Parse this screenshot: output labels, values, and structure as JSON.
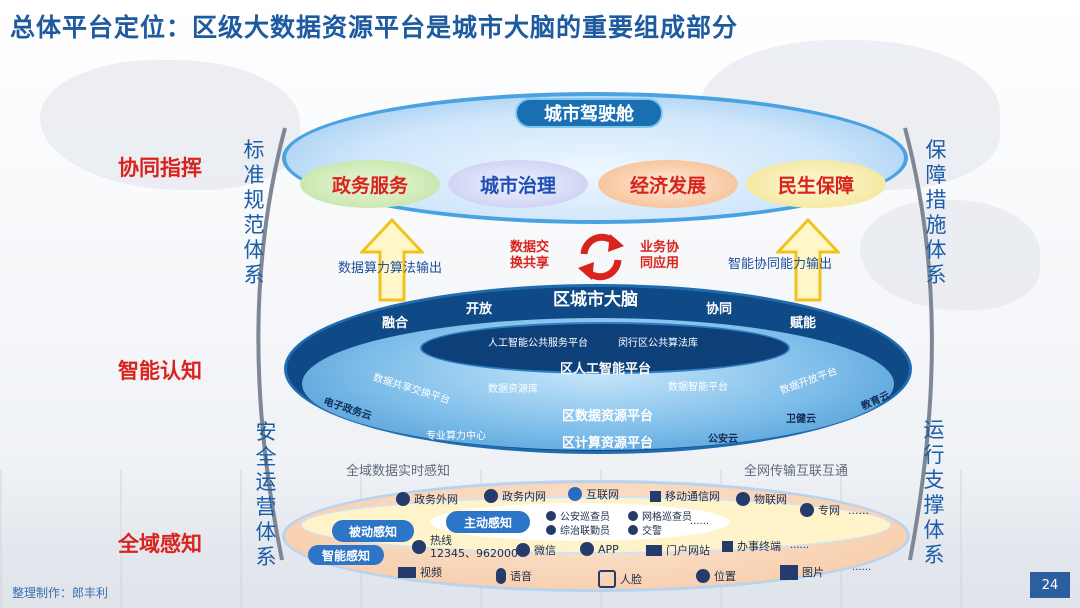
{
  "title": "总体平台定位：区级大数据资源平台是城市大脑的重要组成部分",
  "left_labels": {
    "coordination": "协同指挥",
    "cognition": "智能认知",
    "perception": "全域感知"
  },
  "side_systems": {
    "standards": "标准规范体系",
    "security": "安全运营体系",
    "guarantee": "保障措施体系",
    "operation": "运行支撑体系"
  },
  "top_layer": {
    "cockpit": "城市驾驶舱",
    "services": [
      "政务服务",
      "城市治理",
      "经济发展",
      "民生保障"
    ]
  },
  "middle_connectors": {
    "left_output": "数据算力算法输出",
    "right_output": "智能协同能力输出",
    "exchange_left": "数据交\n换共享",
    "exchange_right": "业务协\n同应用"
  },
  "brain_layer": {
    "ring_title": "区城市大脑",
    "ring_words": [
      "融合",
      "开放",
      "协同",
      "赋能"
    ],
    "inner_left": "人工智能公共服务平台",
    "inner_right": "闵行区公共算法库",
    "ai_platform": "区人工智能平台",
    "data_items": [
      "数据共享交换平台",
      "数据资源库",
      "数据智能平台",
      "数据开放平台"
    ],
    "data_platform": "区数据资源平台",
    "compute_center": "专业算力中心",
    "compute_platform": "区计算资源平台",
    "clouds": [
      "电子政务云",
      "公安云",
      "卫健云",
      "教育云"
    ]
  },
  "transport": {
    "left": "全域数据实时感知",
    "right": "全网传输互联互通"
  },
  "perception_layer": {
    "networks": [
      "政务外网",
      "政务内网",
      "互联网",
      "移动通信网",
      "物联网",
      "专网"
    ],
    "passive": "被动感知",
    "active": "主动感知",
    "active_items": [
      "公安巡查员",
      "网格巡查员",
      "综治联勤员",
      "交警"
    ],
    "ellipsis": "......",
    "smart": "智能感知",
    "channels": [
      "热线\n12345、962000",
      "微信",
      "APP",
      "门户网站",
      "办事终端"
    ],
    "sensors": [
      "视频",
      "语音",
      "人脸",
      "位置",
      "图片"
    ]
  },
  "footer": {
    "maker": "整理制作：郎丰利",
    "page": "24"
  },
  "colors": {
    "title": "#1d5aa0",
    "red": "#d9241e",
    "brain_dark": "#0d3f78",
    "sky": "#3a94d6"
  }
}
